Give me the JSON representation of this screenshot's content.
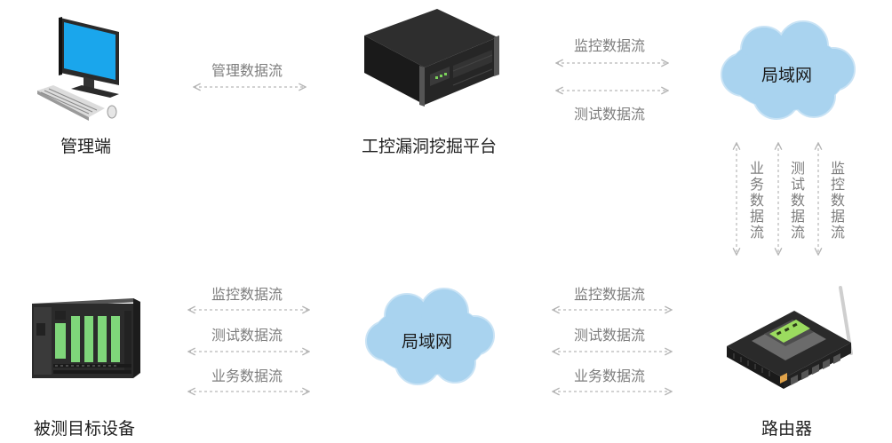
{
  "nodes": {
    "admin": {
      "label": "管理端",
      "icon": "computer-icon"
    },
    "platform": {
      "label": "工控漏洞挖掘平台",
      "icon": "server-icon"
    },
    "lan_top": {
      "label": "局域网",
      "icon": "cloud-icon"
    },
    "lan_bottom": {
      "label": "局域网",
      "icon": "cloud-icon"
    },
    "target": {
      "label": "被测目标设备",
      "icon": "plc-icon"
    },
    "router": {
      "label": "路由器",
      "icon": "router-icon"
    }
  },
  "flows": {
    "admin_platform": [
      "管理数据流"
    ],
    "platform_lan": [
      "监控数据流",
      "测试数据流"
    ],
    "lan_router_vertical": [
      "业务数据流",
      "测试数据流",
      "监控数据流"
    ],
    "target_lan": [
      "监控数据流",
      "测试数据流",
      "业务数据流"
    ],
    "lan_router": [
      "监控数据流",
      "测试数据流",
      "业务数据流"
    ]
  },
  "colors": {
    "cloud_fill": "#a9d3ef",
    "arrow": "#b8b8b8",
    "screen": "#1aa6ec"
  }
}
